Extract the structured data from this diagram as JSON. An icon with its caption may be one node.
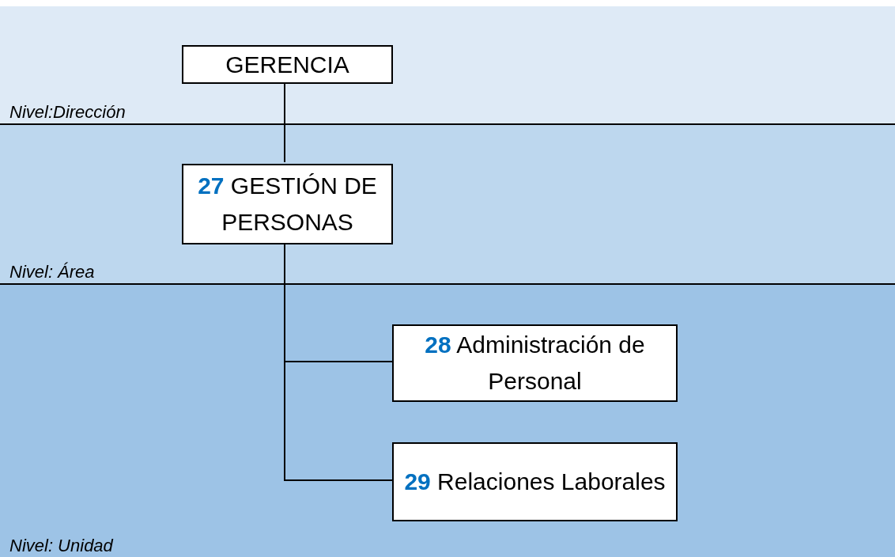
{
  "diagram": {
    "nodes": [
      {
        "text": [
          "Nivel:Dirección"
        ]
      },
      {
        "text": [
          "GERENCIA"
        ],
        "in": 0
      },
      {
        "text": [
          "Nivel: Área"
        ]
      },
      {
        "text": [
          "**27** GESTIÓN DE PERSONAS"
        ],
        "in": 2
      },
      {
        "text": [
          "Nivel: Unidad"
        ]
      },
      {
        "text": [
          "**28** Administración de Personal"
        ],
        "in": 4
      },
      {
        "text": [
          "**29** Relaciones Laborales"
        ],
        "in": 4
      }
    ],
    "edges": [
      {
        "from": 1,
        "to": 3,
        "arrow": "none"
      },
      {
        "from": 3,
        "to": 5,
        "arrow": "none"
      },
      {
        "from": 3,
        "to": 6,
        "arrow": "none"
      }
    ]
  }
}
